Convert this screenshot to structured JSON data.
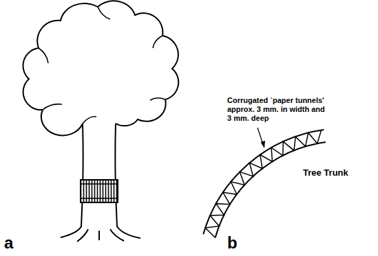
{
  "diagram": {
    "labels": [
      "a",
      "b",
      "Corrugated `paper tunnels' approx. 3 mm. in width and 3 mm. deep",
      "Tree Trunk"
    ]
  }
}
